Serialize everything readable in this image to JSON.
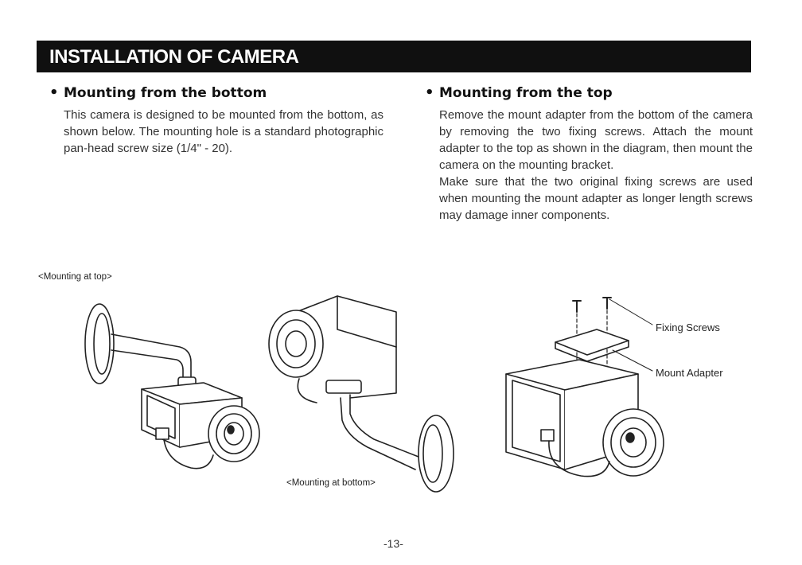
{
  "header": {
    "title": "INSTALLATION OF CAMERA"
  },
  "left": {
    "bullet": "•",
    "heading": "Mounting from the bottom",
    "body": "This camera is designed to be mounted from the bottom, as shown below. The mounting hole is a standard photographic pan-head screw size (1/4\" - 20)."
  },
  "right": {
    "bullet": "•",
    "heading": "Mounting from the top",
    "body1": "Remove the mount adapter from the bottom of the camera by removing the two fixing screws.  Attach the mount adapter to the top as shown in the diagram, then mount the camera on the mounting bracket.",
    "body2": "Make sure that the two original fixing screws are used when mounting the mount adapter as longer length screws may damage inner components."
  },
  "figures": {
    "caption_top": "<Mounting at top>",
    "caption_bottom": "<Mounting at bottom>",
    "label_screws": "Fixing Screws",
    "label_adapter": "Mount Adapter"
  },
  "footer": {
    "page": "-13-"
  }
}
